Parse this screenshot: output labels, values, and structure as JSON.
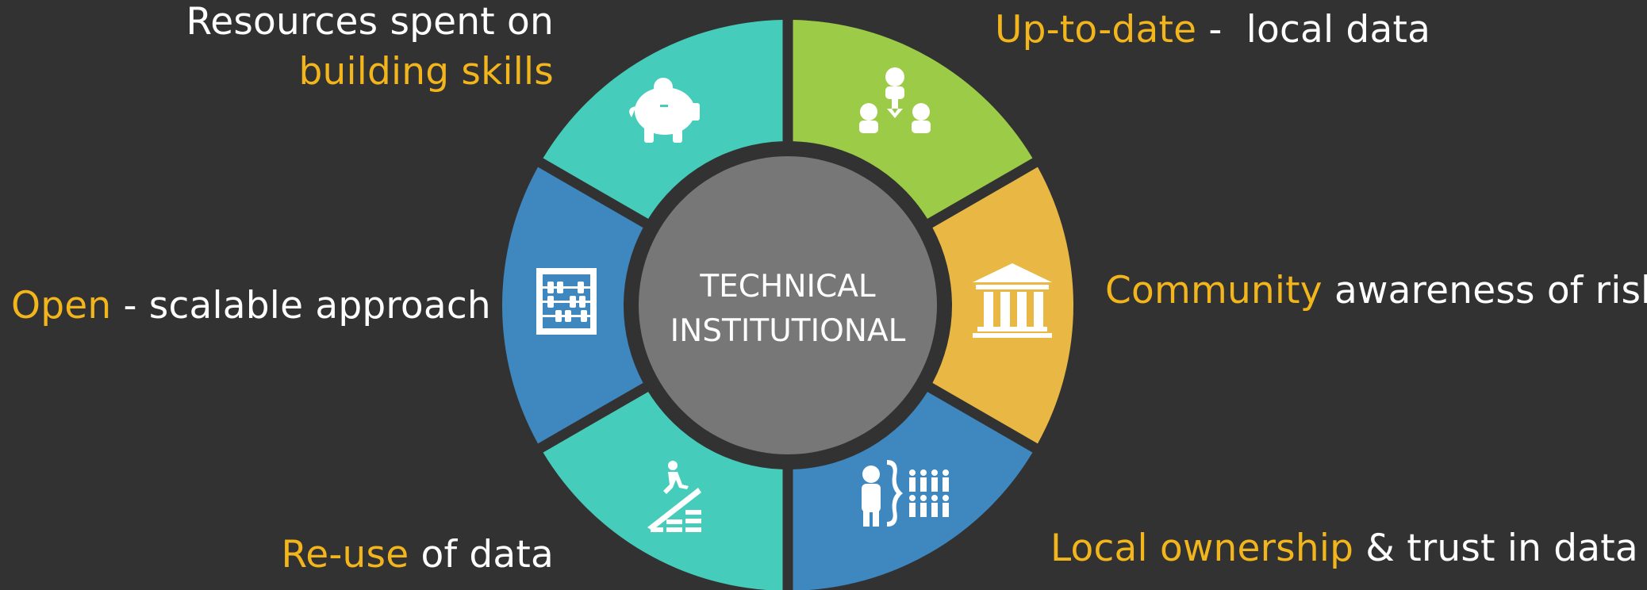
{
  "center": {
    "line1": "TECHNICAL",
    "line2": "INSTITUTIONAL"
  },
  "segments": [
    {
      "key": "up-to-date",
      "color": "#9bcb47",
      "icon": "people-network-icon"
    },
    {
      "key": "community",
      "color": "#e9b844",
      "icon": "institution-building-icon"
    },
    {
      "key": "local-ownership",
      "color": "#3e87bf",
      "icon": "group-ownership-icon"
    },
    {
      "key": "re-use",
      "color": "#45ccba",
      "icon": "growth-stairs-icon"
    },
    {
      "key": "open",
      "color": "#3e87bf",
      "icon": "abacus-icon"
    },
    {
      "key": "resources",
      "color": "#45ccba",
      "icon": "piggy-bank-icon"
    }
  ],
  "labels": {
    "resources": {
      "line1": "Resources spent on",
      "line2": "building skills"
    },
    "up_to_date": {
      "highlight": "Up-to-date",
      "rest": " -  local data"
    },
    "open": {
      "highlight": "Open",
      "rest": " - scalable approach"
    },
    "community": {
      "highlight": "Community",
      "rest": " awareness of risk"
    },
    "re_use": {
      "highlight": "Re-use",
      "rest": " of data"
    },
    "local_ownership": {
      "highlight": "Local ownership",
      "rest": " & trust in data"
    }
  },
  "colors": {
    "background": "#323232",
    "highlight_text": "#f2b51c",
    "text": "#ffffff",
    "center_disc": "#777777"
  }
}
